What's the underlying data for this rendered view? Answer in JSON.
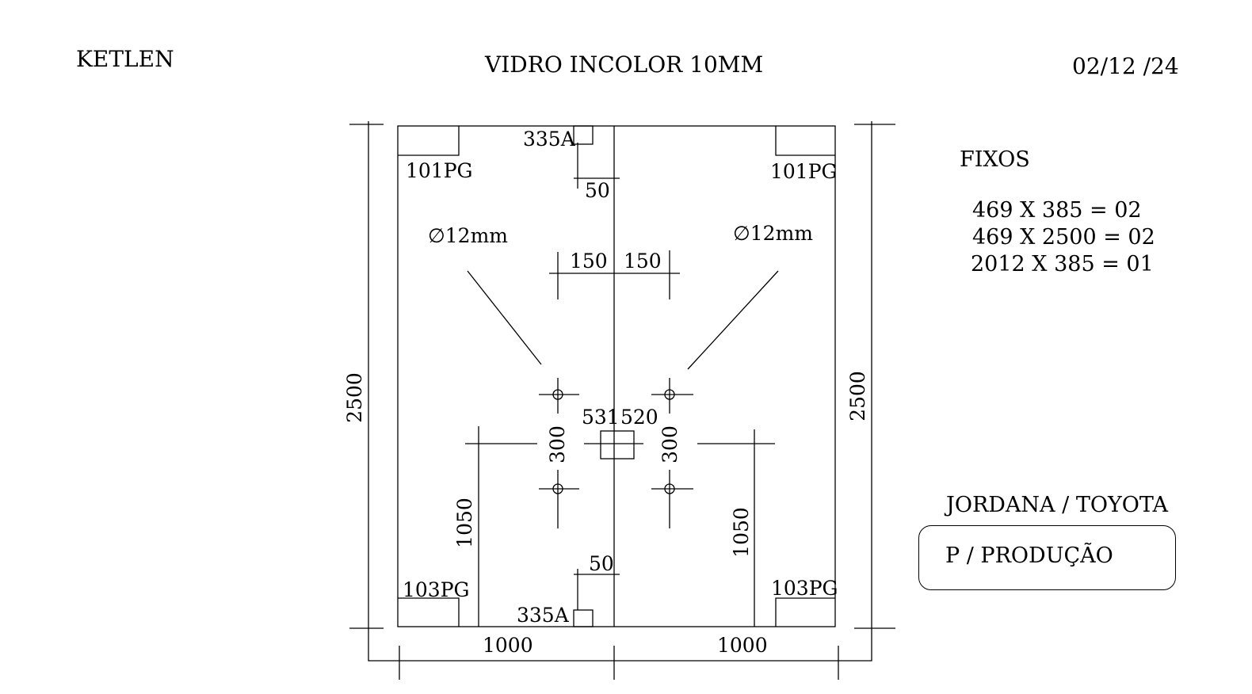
{
  "header": {
    "client": "KETLEN",
    "title": "VIDRO INCOLOR 10MM",
    "date": "02/12 /24"
  },
  "drawing": {
    "height_left": "2500",
    "height_right": "2500",
    "width_left": "1000",
    "width_right": "1000",
    "hinge_top_left": "101PG",
    "hinge_top_right": "101PG",
    "hinge_bottom_left": "103PG",
    "hinge_bottom_right": "103PG",
    "pivot_top": "335A",
    "pivot_bottom": "335A",
    "pivot_top_offset": "50",
    "pivot_bottom_offset": "50",
    "hole_left_label": "∅12mm",
    "hole_right_label": "∅12mm",
    "handle_left_offset": "150",
    "handle_right_offset": "150",
    "handle_left_spacing": "300",
    "handle_right_spacing": "300",
    "lock_left": "531",
    "lock_right": "520",
    "handle_left_height": "1050",
    "handle_right_height": "1050"
  },
  "fixos": {
    "title": "FIXOS",
    "items": [
      "469 X 385 = 02",
      "469 X 2500 = 02",
      "2012 X 385 = 01"
    ]
  },
  "footer": {
    "client": "JORDANA / TOYOTA",
    "status": "P / PRODUÇÃO"
  }
}
